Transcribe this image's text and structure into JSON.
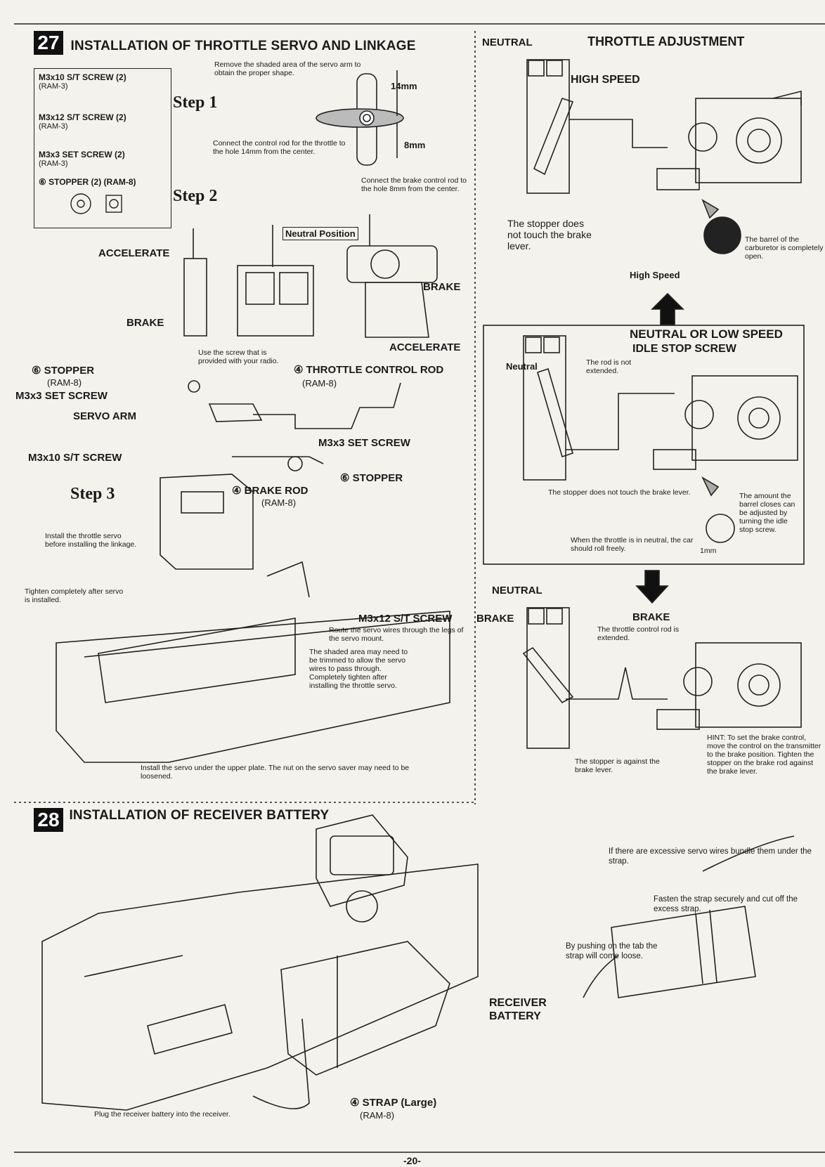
{
  "section27": {
    "number": "27",
    "title": "INSTALLATION OF THROTTLE SERVO AND LINKAGE",
    "parts": [
      {
        "name": "M3x10 S/T SCREW (2)",
        "code": "(RAM-3)"
      },
      {
        "name": "M3x12 S/T SCREW (2)",
        "code": "(RAM-3)"
      },
      {
        "name": "M3x3 SET SCREW (2)",
        "code": "(RAM-3)"
      },
      {
        "name": "⑥ STOPPER (2) (RAM-8)",
        "code": ""
      }
    ],
    "step1": "Step 1",
    "step2": "Step 2",
    "step3": "Step 3",
    "servo_arm_note": "Remove the shaded area of the servo arm to obtain the proper shape.",
    "dim_14": "14mm",
    "dim_8": "8mm",
    "throttle_hole_note": "Connect the control rod for the throttle to the hole 14mm from the center.",
    "brake_hole_note": "Connect the brake control rod to the hole 8mm from the center.",
    "neutral_position": "Neutral Position",
    "accelerate_left": "ACCELERATE",
    "brake_left": "BRAKE",
    "brake_right": "BRAKE",
    "accelerate_right": "ACCELERATE",
    "screw_radio_note": "Use the screw that is provided with your radio.",
    "stopper": "⑥ STOPPER",
    "stopper_code": "(RAM-8)",
    "m3x3_set": "M3x3 SET SCREW",
    "throttle_rod": "④ THROTTLE CONTROL ROD",
    "throttle_rod_code": "(RAM-8)",
    "servo_arm": "SERVO ARM",
    "m3x3_set2": "M3x3 SET SCREW",
    "m3x10": "M3x10 S/T SCREW",
    "stopper2": "⑥ STOPPER",
    "brake_rod": "④ BRAKE ROD",
    "brake_rod_code": "(RAM-8)",
    "install_servo_note": "Install the throttle servo before installing the linkage.",
    "tighten_note": "Tighten completely after servo is installed.",
    "m3x12": "M3x12 S/T SCREW",
    "route_note": "Route the servo wires through the legs of the servo mount.",
    "shaded_note": "The shaded area may need to be trimmed to allow the servo wires to pass through. Completely tighten after installing the throttle servo.",
    "upper_plate_note": "Install the servo under the upper plate. The nut on the servo saver may need to be loosened."
  },
  "throttle_adj": {
    "neutral": "NEUTRAL",
    "title": "THROTTLE ADJUSTMENT",
    "high_speed": "HIGH SPEED",
    "stopper_note": "The stopper does not touch the brake lever.",
    "barrel_open": "The barrel of the carburetor is completely open.",
    "high_speed_arrow": "High Speed",
    "low_speed_title": "NEUTRAL OR LOW SPEED",
    "idle_stop": "IDLE STOP SCREW",
    "neutral_small": "Neutral",
    "rod_not_extended": "The rod is not extended.",
    "stopper_note2": "The stopper does not touch the brake lever.",
    "barrel_amount": "The amount the barrel closes can be adjusted by turning the idle stop screw.",
    "roll_freely": "When the throttle is in neutral, the car should roll freely.",
    "one_mm": "1mm",
    "neutral_brake": "NEUTRAL",
    "brake_side": "BRAKE",
    "brake_title": "BRAKE",
    "rod_extended": "The throttle control rod is extended.",
    "stopper_against": "The stopper is against the brake lever.",
    "hint": "HINT: To set the brake control, move the control on the transmitter to the brake position. Tighten the stopper on the brake rod against the brake lever."
  },
  "section28": {
    "number": "28",
    "title": "INSTALLATION OF RECEIVER BATTERY",
    "bundle_note": "If there are excessive servo wires bundle them under the strap.",
    "fasten_note": "Fasten the strap securely and cut off the excess strap.",
    "tab_note": "By pushing on the tab the strap will come loose.",
    "receiver_battery": "RECEIVER BATTERY",
    "plug_note": "Plug the receiver battery into the receiver.",
    "strap": "④ STRAP (Large)",
    "strap_code": "(RAM-8)"
  },
  "page_number": "-20-"
}
